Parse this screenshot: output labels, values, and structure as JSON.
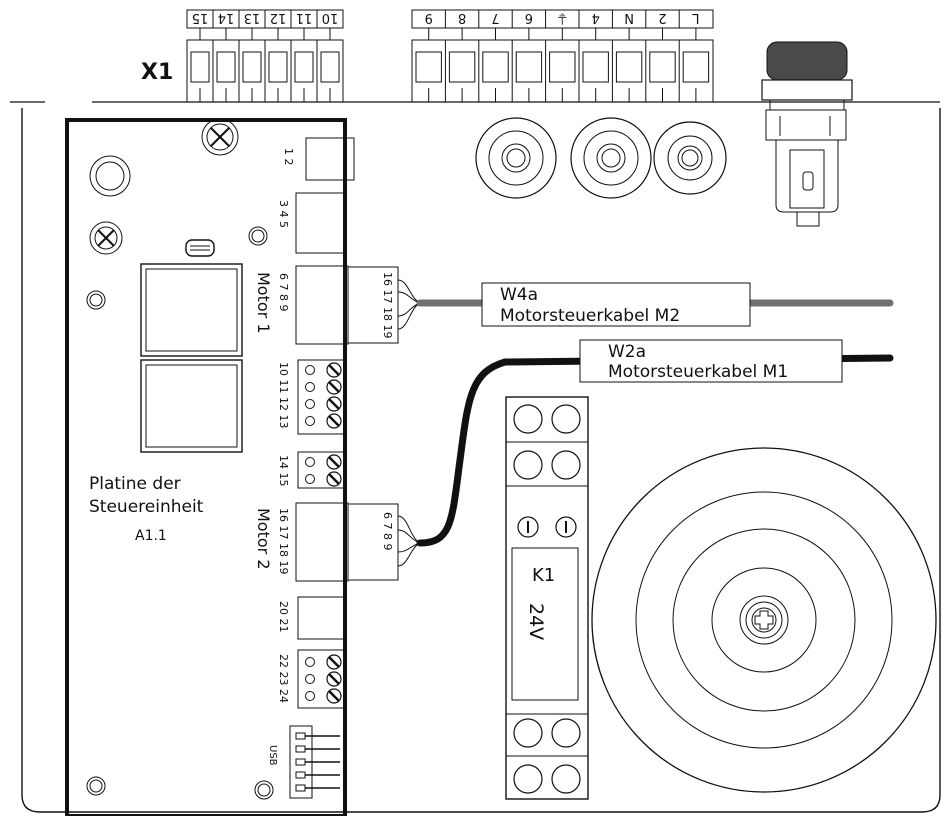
{
  "terminal_strip": {
    "id": "X1",
    "left_group": [
      "15",
      "14",
      "13",
      "12",
      "11",
      "10"
    ],
    "right_group": [
      "9",
      "8",
      "7",
      "6",
      "⏚",
      "4",
      "N",
      "2",
      "L"
    ]
  },
  "board": {
    "label_line1": "Platine der",
    "label_line2": "Steuereinheit",
    "label_id": "A1.1",
    "connector_pins": {
      "c12": "1 2",
      "c345": "3 4 5",
      "c6789": "6 7 8 9",
      "c10_13": "10 11 12 13",
      "c14_15": "14 15",
      "c16_19": "16 17 18 19",
      "c20_21": "20 21",
      "c22_24": "22 23 24"
    },
    "usb_label": "USB"
  },
  "motors": {
    "motor1": "Motor 1",
    "motor2": "Motor 2",
    "plug1_pins": "16 17 18 19",
    "plug2_pins": "6 7 8 9"
  },
  "cables": [
    {
      "id": "W4a",
      "description": "Motorsteuerkabel M2"
    },
    {
      "id": "W2a",
      "description": "Motorsteuerkabel M1"
    }
  ],
  "relay": {
    "id": "K1",
    "voltage": "24V"
  }
}
